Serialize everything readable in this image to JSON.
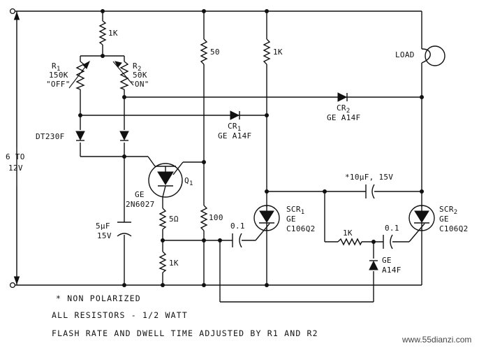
{
  "labels": {
    "supply": [
      "6 TO",
      "12V"
    ],
    "r_top": "1K",
    "r1": {
      "name": "R",
      "sub": "1",
      "value": "150K",
      "mode": "\"OFF\""
    },
    "r2": {
      "name": "R",
      "sub": "2",
      "value": "50K",
      "mode": "\"ON\""
    },
    "r50": "50",
    "r1k_scr": "1K",
    "load": "LOAD",
    "cr2": {
      "name": "CR",
      "sub": "2",
      "part": "GE A14F"
    },
    "cr1": {
      "name": "CR",
      "sub": "1",
      "part": "GE A14F"
    },
    "dt": "DT230F",
    "q1": {
      "name": "Q",
      "sub": "1",
      "maker": "GE",
      "part": "2N6027"
    },
    "cap_big": {
      "value": "*10μF, 15V"
    },
    "c5": [
      "5μF",
      "15V"
    ],
    "r5": "5Ω",
    "r100": "100",
    "c01a": "0.1",
    "scr1": {
      "name": "SCR",
      "sub": "1",
      "maker": "GE",
      "part": "C106Q2"
    },
    "r1k_mid": "1K",
    "c01b": "0.1",
    "scr2": {
      "name": "SCR",
      "sub": "2",
      "maker": "GE",
      "part": "C106Q2"
    },
    "r1k_bot": "1K",
    "ge_diode": [
      "GE",
      "A14F"
    ]
  },
  "notes": [
    "* NON POLARIZED",
    "ALL RESISTORS - 1/2 WATT",
    "FLASH RATE AND DWELL TIME ADJUSTED BY R1 AND R2"
  ],
  "watermark": "www.55dianzi.com"
}
